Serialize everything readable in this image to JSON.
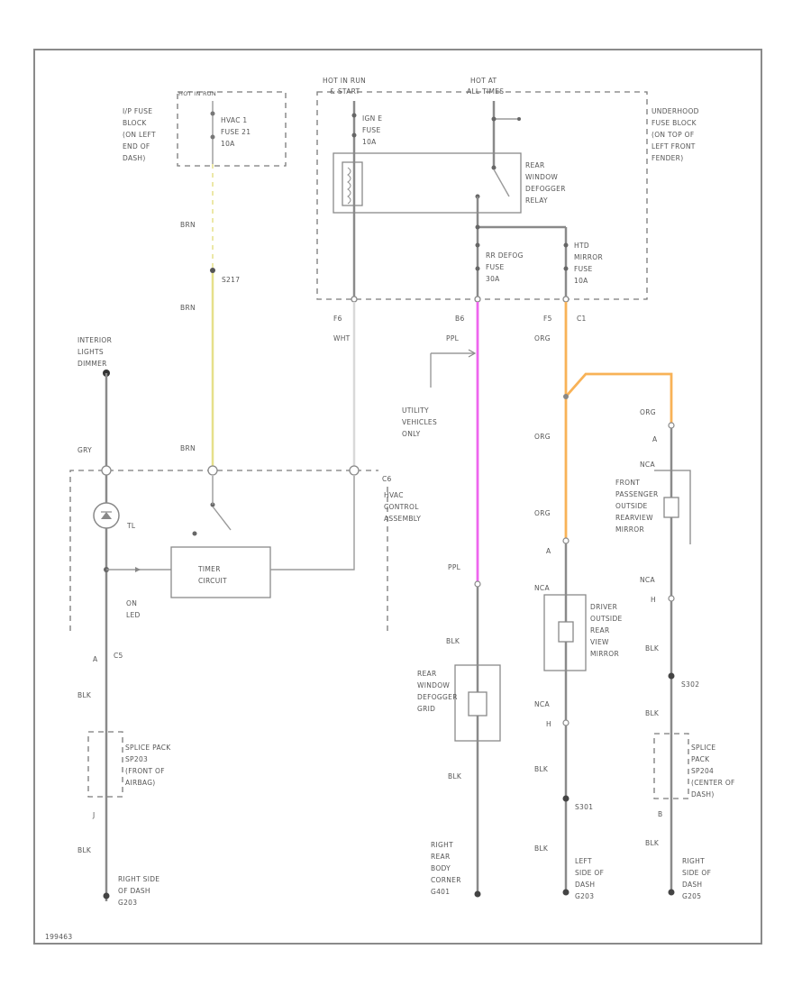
{
  "fuse_block_ip": {
    "hot": "HOT IN RUN",
    "lines": [
      "I/P FUSE",
      "BLOCK",
      "(ON LEFT",
      "END OF",
      "DASH)"
    ],
    "fuse": [
      "HVAC 1",
      "FUSE 21",
      "10A"
    ]
  },
  "underhood": {
    "hot_run": [
      "HOT IN RUN",
      "& START"
    ],
    "hot_all": [
      "HOT AT",
      "ALL TIMES"
    ],
    "fuse_ign": [
      "IGN E",
      "FUSE",
      "10A"
    ],
    "relay": [
      "REAR",
      "WINDOW",
      "DEFOGGER",
      "RELAY"
    ],
    "label": [
      "UNDERHOOD",
      "FUSE BLOCK",
      "(ON TOP OF",
      "LEFT FRONT",
      "FENDER)"
    ],
    "fuse_rr": [
      "RR DEFOG",
      "FUSE",
      "30A"
    ],
    "fuse_htd": [
      "HTD",
      "MIRROR",
      "FUSE",
      "10A"
    ]
  },
  "wires": {
    "brn_1": "BRN",
    "brn_2": "BRN",
    "brn_3": "BRN",
    "s217": "S217",
    "wht": "WHT",
    "ppl_1": "PPL",
    "ppl_2": "PPL",
    "org_1": "ORG",
    "org_2": "ORG",
    "org_3": "ORG",
    "org_4": "ORG",
    "gry": "GRY",
    "blk_1": "BLK",
    "blk_2": "BLK",
    "blk_3": "BLK",
    "blk_4": "BLK",
    "blk_5": "BLK",
    "blk_6": "BLK",
    "blk_7": "BLK",
    "blk_8": "BLK",
    "blk_9": "BLK",
    "nca_1": "NCA",
    "nca_2": "NCA",
    "nca_3": "NCA",
    "nca_4": "NCA"
  },
  "connectors": {
    "f6": "F6",
    "b6": "B6",
    "f5": "F5",
    "c1": "C1",
    "c6": "C6",
    "c5": "C5",
    "a_1": "A",
    "a_2": "A",
    "a_3": "A",
    "b_1": "B",
    "h_1": "H",
    "h_2": "H",
    "j_1": "J",
    "s301": "S301",
    "s302": "S302"
  },
  "components": {
    "interior_switch": [
      "INTERIOR",
      "LIGHTS",
      "DIMMER"
    ],
    "hvac_control": [
      "HVAC",
      "CONTROL",
      "ASSEMBLY"
    ],
    "timer": [
      "TIMER",
      "CIRCUIT"
    ],
    "led": [
      "ON",
      "LED"
    ],
    "tl": "TL",
    "utility": [
      "UTILITY",
      "VEHICLES",
      "ONLY"
    ],
    "grid": [
      "REAR",
      "WINDOW",
      "DEFOGGER",
      "GRID"
    ],
    "driver_mirror": [
      "DRIVER",
      "OUTSIDE",
      "REAR",
      "VIEW",
      "MIRROR"
    ],
    "pass_mirror": [
      "FRONT",
      "PASSENGER",
      "OUTSIDE",
      "REARVIEW",
      "MIRROR"
    ],
    "splice_left": [
      "SPLICE PACK",
      "SP203",
      "(FRONT OF",
      "AIRBAG)"
    ],
    "splice_right": [
      "SPLICE",
      "PACK",
      "SP204",
      "(CENTER OF",
      "DASH)"
    ]
  },
  "grounds": {
    "g1": [
      "RIGHT SIDE",
      "OF DASH",
      "G203"
    ],
    "g2": [
      "RIGHT",
      "REAR",
      "BODY",
      "CORNER",
      "G401"
    ],
    "g3": [
      "LEFT",
      "SIDE OF",
      "DASH",
      "G203"
    ],
    "g4": [
      "RIGHT",
      "SIDE OF",
      "DASH",
      "G205"
    ]
  },
  "diagram_id": "199463",
  "colors": {
    "brn_wire": "#e6e08a",
    "ppl_wire": "#ee66ee",
    "org_wire": "#f8b257",
    "gray_wire": "#8a8a8a"
  }
}
